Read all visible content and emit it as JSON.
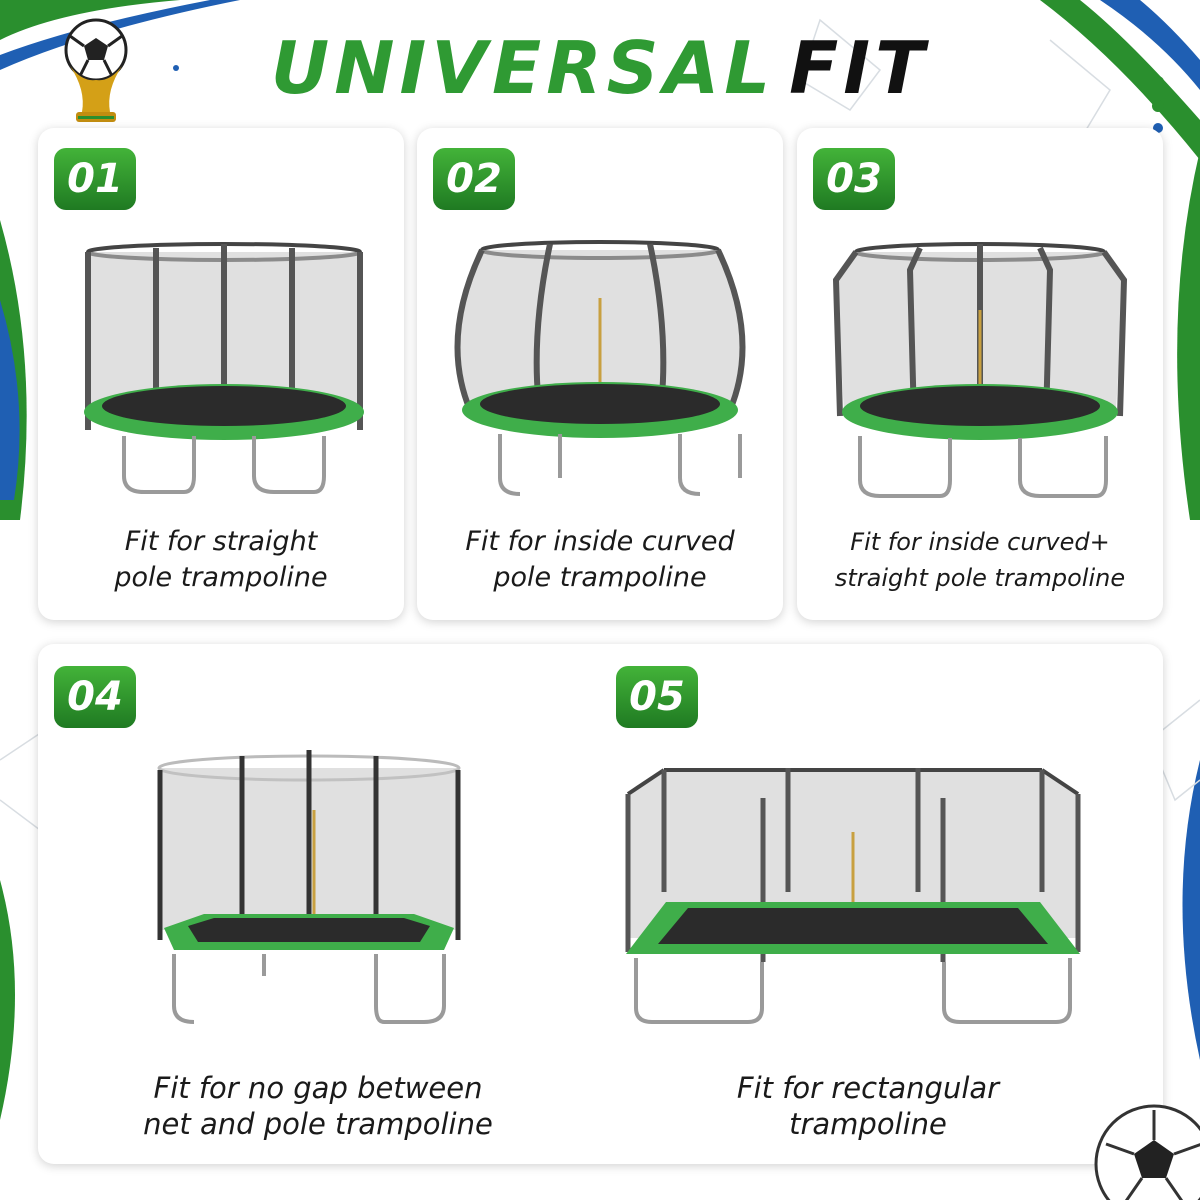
{
  "header": {
    "title_part1": "UNIVERSAL",
    "title_part2": "FIT"
  },
  "colors": {
    "brand_green": "#2f9a33",
    "badge_green_dark": "#1f7a22",
    "pad_green": "#3fae4a",
    "frame_gray": "#4a4a4a"
  },
  "cards": [
    {
      "number": "01",
      "caption_line1": "Fit for straight",
      "caption_line2": "pole trampoline",
      "illustration": "straight-pole-trampoline"
    },
    {
      "number": "02",
      "caption_line1": "Fit for inside curved",
      "caption_line2": "pole trampoline",
      "illustration": "curved-pole-trampoline"
    },
    {
      "number": "03",
      "caption_line1": "Fit for inside curved+",
      "caption_line2": "straight pole trampoline",
      "illustration": "curved-straight-pole-trampoline"
    },
    {
      "number": "04",
      "caption_line1": "Fit for no gap between",
      "caption_line2": "net and pole trampoline",
      "illustration": "no-gap-trampoline"
    },
    {
      "number": "05",
      "caption_line1": "Fit for rectangular",
      "caption_line2": "trampoline",
      "illustration": "rectangular-trampoline"
    }
  ]
}
